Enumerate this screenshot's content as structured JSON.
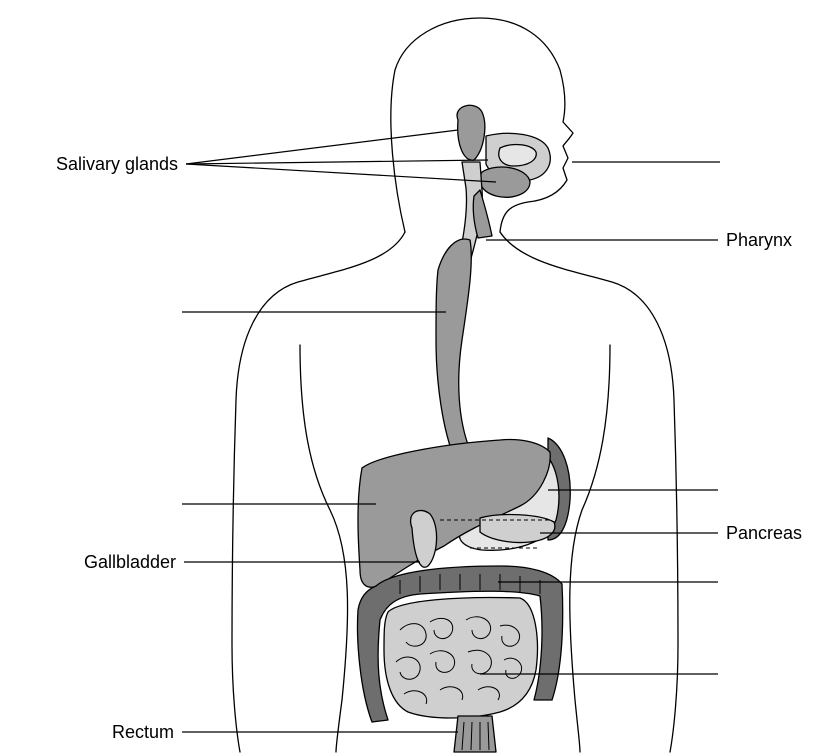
{
  "labels": {
    "salivary_glands": "Salivary glands",
    "pharynx": "Pharynx",
    "pancreas": "Pancreas",
    "gallbladder": "Gallbladder",
    "rectum": "Rectum"
  },
  "colors": {
    "organ_mid": "#9a9a9a",
    "organ_dark": "#6e6e6e",
    "organ_light": "#cfcfcf",
    "organ_pale": "#e6e6e6",
    "outline": "#000000"
  }
}
